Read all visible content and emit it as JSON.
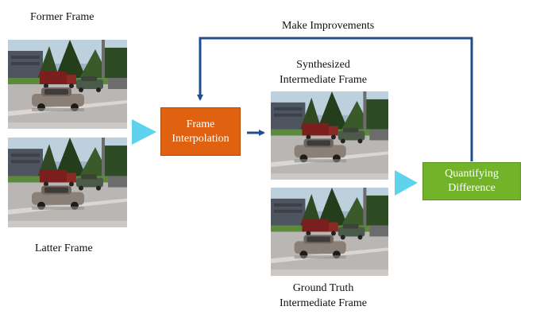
{
  "labels": {
    "former_frame": "Former Frame",
    "latter_frame": "Latter Frame",
    "make_improvements": "Make Improvements",
    "synthesized_line1": "Synthesized",
    "synthesized_line2": "Intermediate Frame",
    "ground_truth_line1": "Ground Truth",
    "ground_truth_line2": "Intermediate Frame"
  },
  "boxes": {
    "frame_interpolation_line1": "Frame",
    "frame_interpolation_line2": "Interpolation",
    "quantifying_line1": "Quantifying",
    "quantifying_line2": "Difference"
  },
  "colors": {
    "arrow_dark_blue": "#1f4e8c",
    "arrow_cyan": "#5fd3ee",
    "box_orange": "#e0610f",
    "box_green": "#72b32a"
  }
}
